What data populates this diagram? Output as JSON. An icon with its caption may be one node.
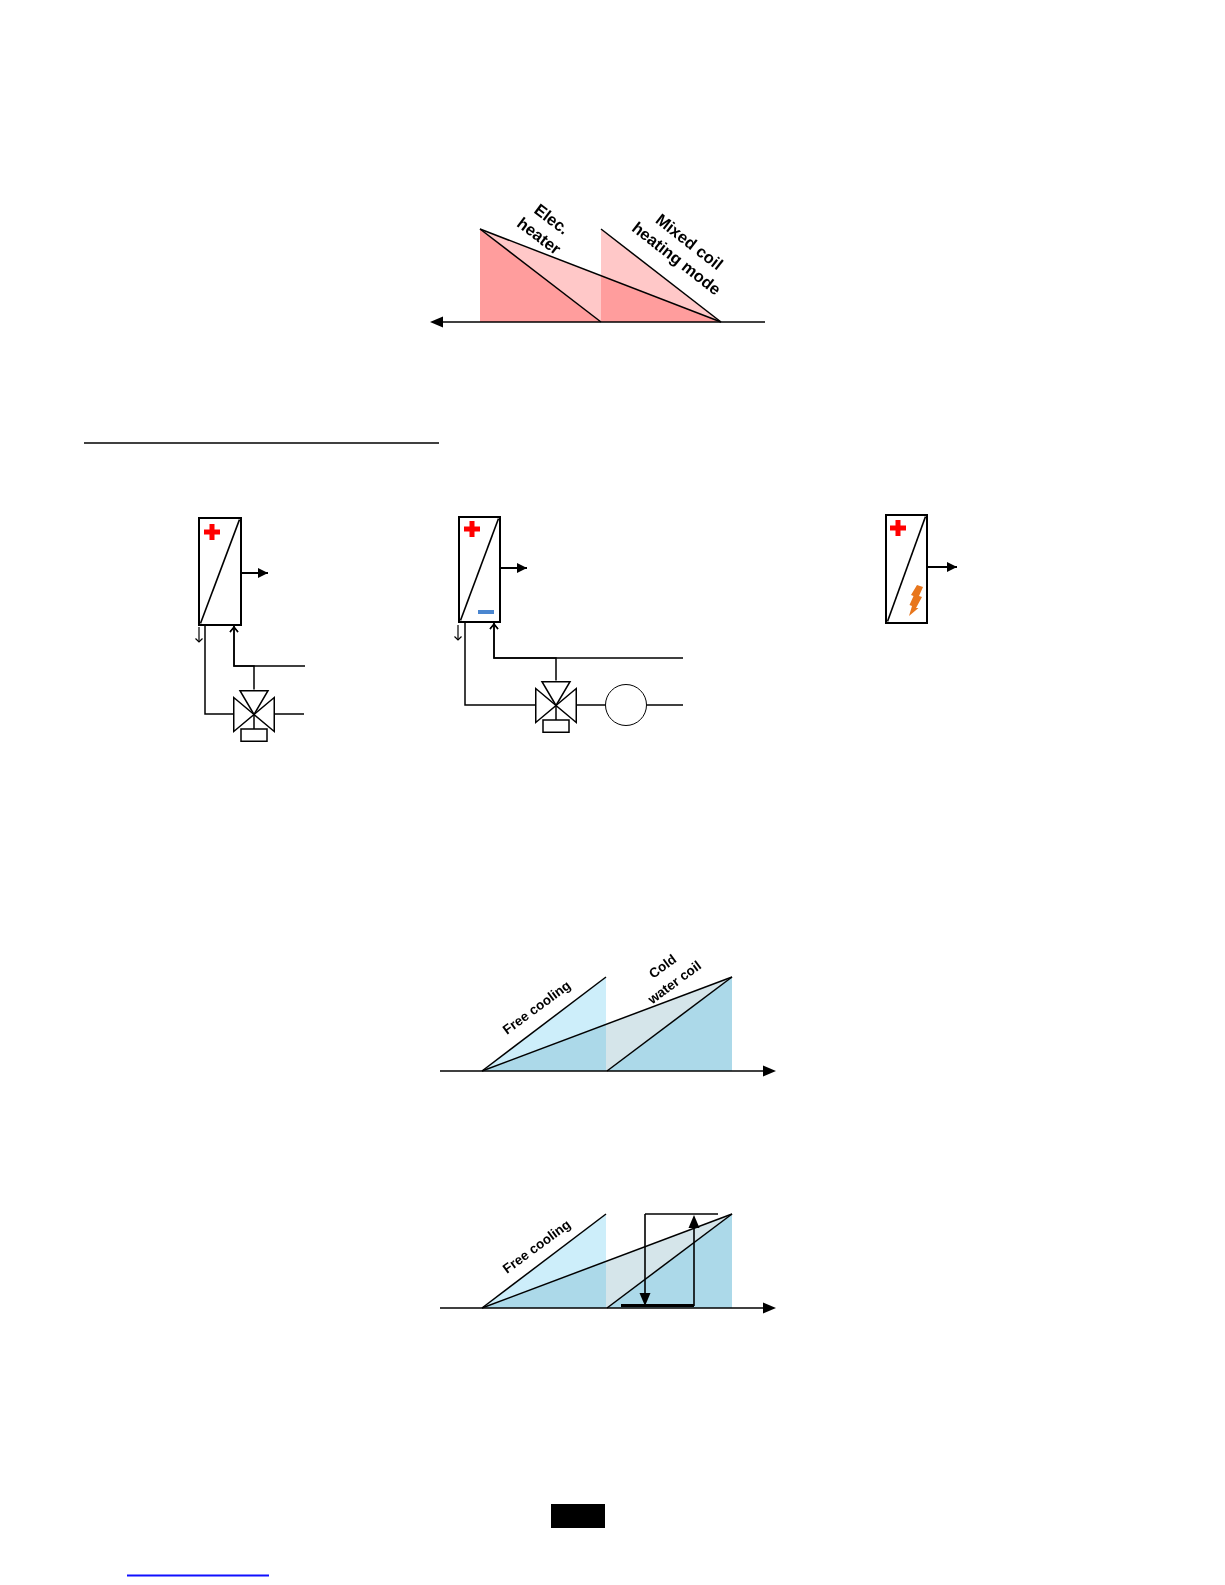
{
  "diagram": {
    "nodes": [
      {
        "text": [],
        "shape": "box"
      },
      {
        "text": [],
        "shape": "valve"
      },
      {
        "text": [],
        "shape": "box"
      },
      {
        "text": [],
        "shape": "valve"
      },
      {
        "text": [],
        "shape": "circle"
      },
      {
        "text": [],
        "shape": "box"
      }
    ],
    "edges": [
      {
        "from": 0,
        "to": null,
        "arrow": "to"
      },
      {
        "from": 0,
        "to": 1,
        "arrow": "none"
      },
      {
        "from": 1,
        "to": 0,
        "arrow": "to"
      },
      {
        "from": null,
        "to": 0,
        "arrow": "to"
      },
      {
        "from": 1,
        "to": null,
        "arrow": "none"
      },
      {
        "from": 2,
        "to": null,
        "arrow": "to"
      },
      {
        "from": 2,
        "to": 3,
        "arrow": "none"
      },
      {
        "from": 3,
        "to": 2,
        "arrow": "to"
      },
      {
        "from": null,
        "to": 2,
        "arrow": "to"
      },
      {
        "from": 3,
        "to": 4,
        "arrow": "none"
      },
      {
        "from": 4,
        "to": null,
        "arrow": "none"
      },
      {
        "from": 5,
        "to": null,
        "arrow": "to"
      }
    ],
    "labels": [
      "Elec. heater",
      "Mixed coil heating mode",
      "Free cooling",
      "Cold water coil",
      "Free cooling"
    ]
  }
}
